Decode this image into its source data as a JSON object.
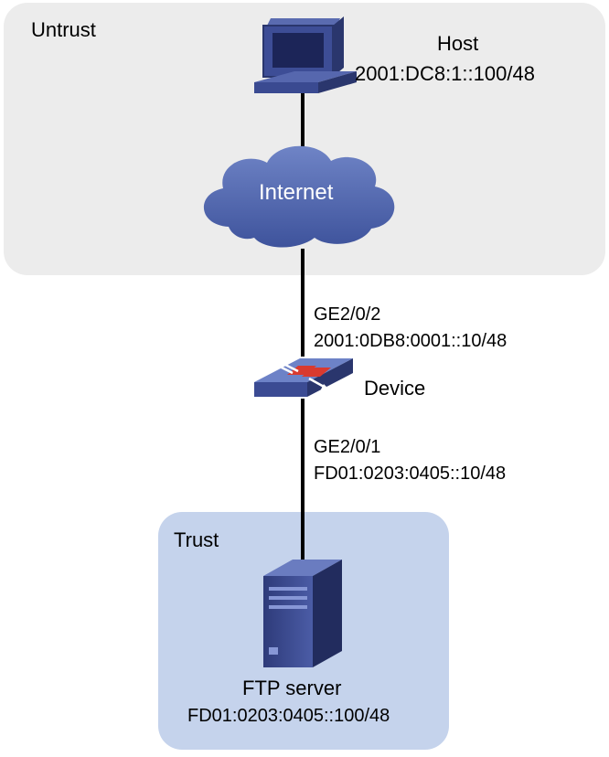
{
  "zones": {
    "untrust": {
      "label": "Untrust",
      "color": "#ececec"
    },
    "trust": {
      "label": "Trust",
      "color": "#c5d3ec"
    }
  },
  "host": {
    "name": "Host",
    "ip": "2001:DC8:1::100/48",
    "icon": "desktop-computer-icon"
  },
  "internet": {
    "label": "Internet",
    "icon": "cloud-icon",
    "color": "#4a5fa8"
  },
  "device": {
    "name": "Device",
    "icon": "firewall-switch-icon",
    "upstream_interface": "GE2/0/2",
    "upstream_ip": "2001:0DB8:0001::10/48",
    "downstream_interface": "GE2/0/1",
    "downstream_ip": "FD01:0203:0405::10/48"
  },
  "ftp_server": {
    "name": "FTP server",
    "ip": "FD01:0203:0405::100/48",
    "icon": "server-tower-icon"
  }
}
